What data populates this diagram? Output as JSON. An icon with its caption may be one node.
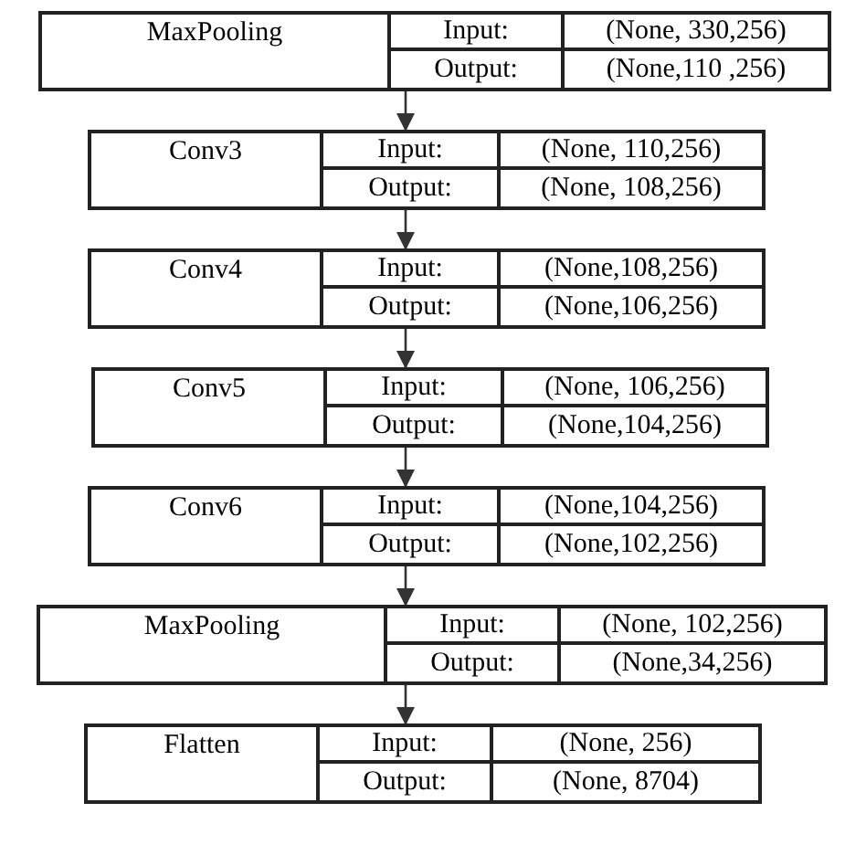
{
  "diagram": {
    "nodes": [
      {
        "text": [
          "MaxPooling",
          "Input:",
          "(None, 330,256)",
          "Output:",
          "(None,110 ,256)"
        ]
      },
      {
        "text": [
          "Conv3",
          "Input:",
          "(None, 110,256)",
          "Output:",
          "(None, 108,256)"
        ]
      },
      {
        "text": [
          "Conv4",
          "Input:",
          "(None,108,256)",
          "Output:",
          "(None,106,256)"
        ]
      },
      {
        "text": [
          "Conv5",
          "Input:",
          "(None, 106,256)",
          "Output:",
          "(None,104,256)"
        ]
      },
      {
        "text": [
          "Conv6",
          "Input:",
          "(None,104,256)",
          "Output:",
          "(None,102,256)"
        ]
      },
      {
        "text": [
          "MaxPooling",
          "Input:",
          "(None, 102,256)",
          "Output:",
          "(None,34,256)"
        ]
      },
      {
        "text": [
          "Flatten",
          "Input:",
          "(None, 256)",
          "Output:",
          "(None, 8704)"
        ]
      }
    ],
    "edges": [
      {
        "from": 0,
        "to": 1,
        "arrow": "to"
      },
      {
        "from": 1,
        "to": 2,
        "arrow": "to"
      },
      {
        "from": 2,
        "to": 3,
        "arrow": "to"
      },
      {
        "from": 3,
        "to": 4,
        "arrow": "to"
      },
      {
        "from": 4,
        "to": 5,
        "arrow": "to"
      },
      {
        "from": 5,
        "to": 6,
        "arrow": "to"
      }
    ]
  }
}
